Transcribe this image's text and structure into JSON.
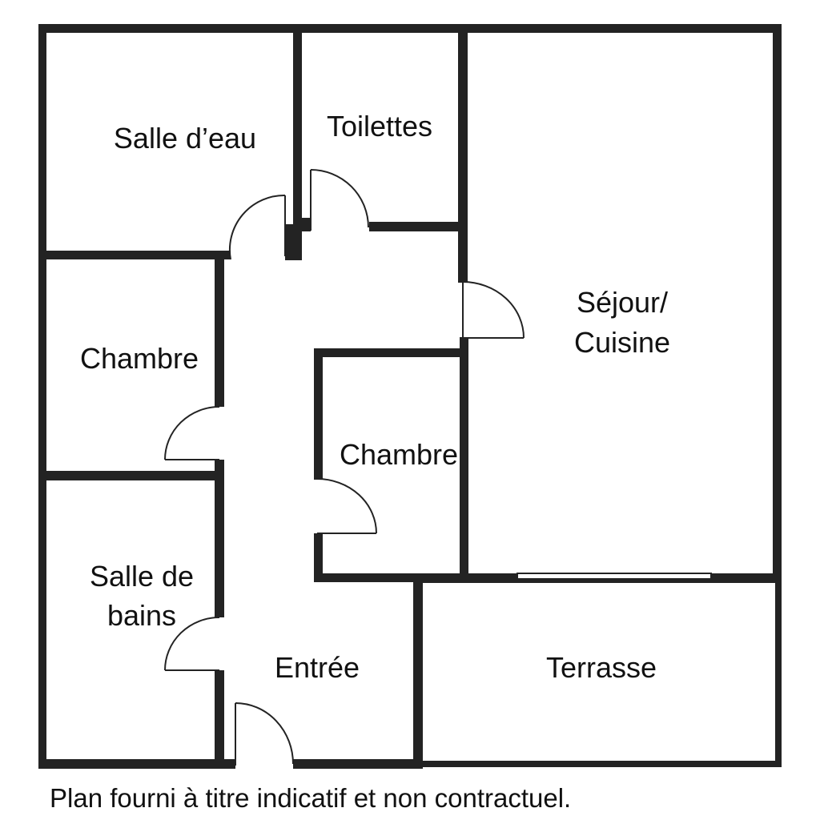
{
  "rooms": {
    "salle_deau": "Salle d’eau",
    "toilettes": "Toilettes",
    "sejour_line1": "Séjour/",
    "sejour_line2": "Cuisine",
    "chambre_left": "Chambre",
    "chambre_center": "Chambre",
    "salle_de_bains_line1": "Salle de",
    "salle_de_bains_line2": "bains",
    "entree": "Entrée",
    "terrasse": "Terrasse"
  },
  "caption": "Plan fourni à titre indicatif et non contractuel.",
  "colors": {
    "wall": "#232323",
    "background": "#ffffff",
    "text": "#111111"
  }
}
